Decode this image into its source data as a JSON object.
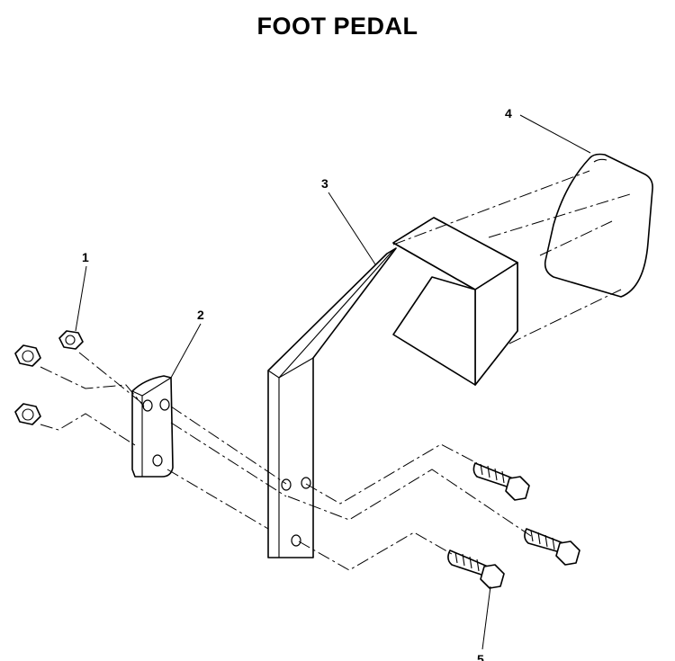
{
  "title": "FOOT PEDAL",
  "callouts": [
    {
      "id": "1",
      "label": "1"
    },
    {
      "id": "2",
      "label": "2"
    },
    {
      "id": "3",
      "label": "3"
    },
    {
      "id": "4",
      "label": "4"
    },
    {
      "id": "5",
      "label": "5"
    }
  ]
}
